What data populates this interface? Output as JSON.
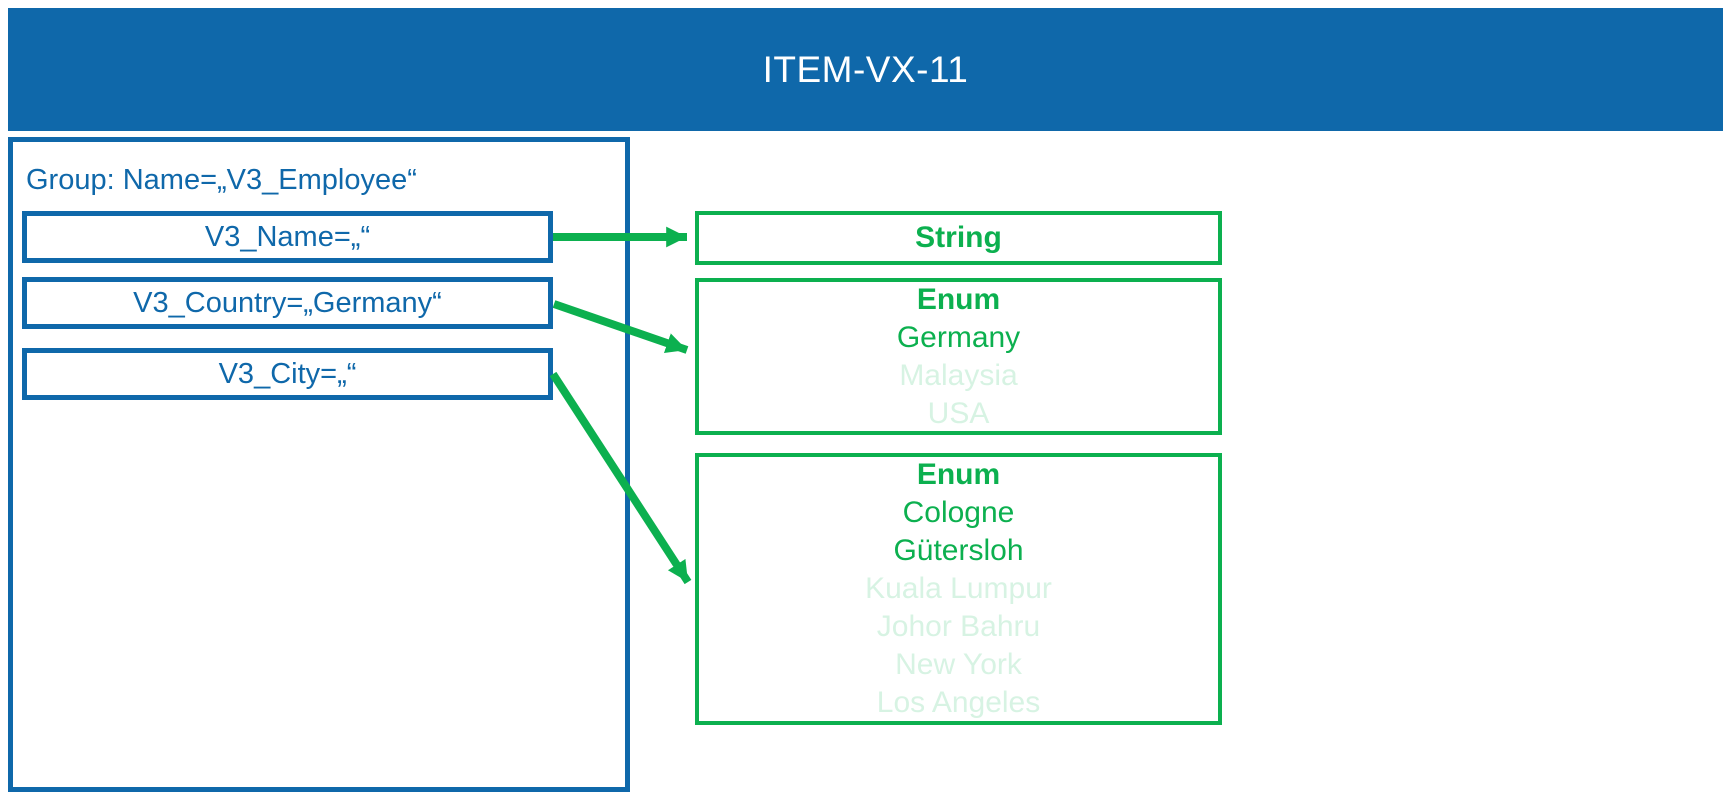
{
  "page": {
    "title": "ITEM-VX-11"
  },
  "colors": {
    "header_blue": "#0F68AA",
    "accent_green": "#0CB04F",
    "muted_green": "#D7F3E3",
    "title_text": "#FFFFFF"
  },
  "group": {
    "label": "Group: Name=„V3_Employee“",
    "fields": [
      {
        "label": "V3_Name=„“"
      },
      {
        "label": "V3_Country=„Germany“"
      },
      {
        "label": "V3_City=„“"
      }
    ]
  },
  "types": [
    {
      "title": "String",
      "values": []
    },
    {
      "title": "Enum",
      "values": [
        {
          "label": "Germany",
          "muted": false
        },
        {
          "label": "Malaysia",
          "muted": true
        },
        {
          "label": "USA",
          "muted": true
        }
      ]
    },
    {
      "title": "Enum",
      "values": [
        {
          "label": "Cologne",
          "muted": false
        },
        {
          "label": "Gütersloh",
          "muted": false
        },
        {
          "label": "Kuala Lumpur",
          "muted": true
        },
        {
          "label": "Johor Bahru",
          "muted": true
        },
        {
          "label": "New York",
          "muted": true
        },
        {
          "label": "Los Angeles",
          "muted": true
        }
      ]
    }
  ],
  "arrows": [
    {
      "name": "name-to-string"
    },
    {
      "name": "country-to-enum"
    },
    {
      "name": "city-to-enum"
    }
  ]
}
